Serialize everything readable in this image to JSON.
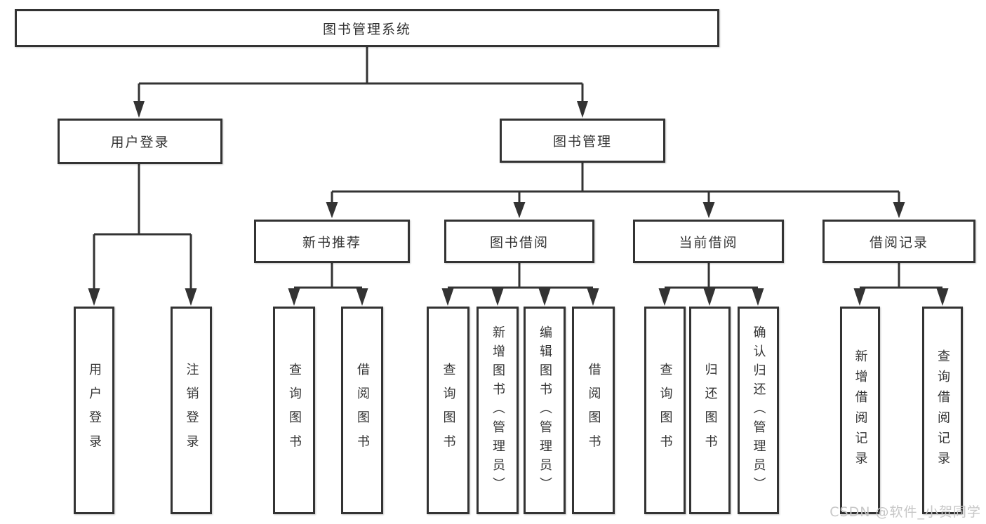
{
  "diagram": {
    "root": "图书管理系统",
    "branches": [
      {
        "label": "用户登录",
        "children": [
          "用户登录",
          "注销登录"
        ]
      },
      {
        "label": "图书管理",
        "sections": [
          {
            "label": "新书推荐",
            "children": [
              "查询图书",
              "借阅图书"
            ]
          },
          {
            "label": "图书借阅",
            "children": [
              "查询图书",
              "新增图书（管理员）",
              "编辑图书（管理员）",
              "借阅图书"
            ]
          },
          {
            "label": "当前借阅",
            "children": [
              "查询图书",
              "归还图书",
              "确认归还（管理员）"
            ]
          },
          {
            "label": "借阅记录",
            "children": [
              "新增借阅记录",
              "查询借阅记录"
            ]
          }
        ]
      }
    ]
  },
  "watermark": "CSDN @软件_小贺同学",
  "colors": {
    "line": "#333333",
    "text": "#333333",
    "box_background": "#ffffff",
    "watermark": "#c7c7c7",
    "background": "#ffffff"
  }
}
